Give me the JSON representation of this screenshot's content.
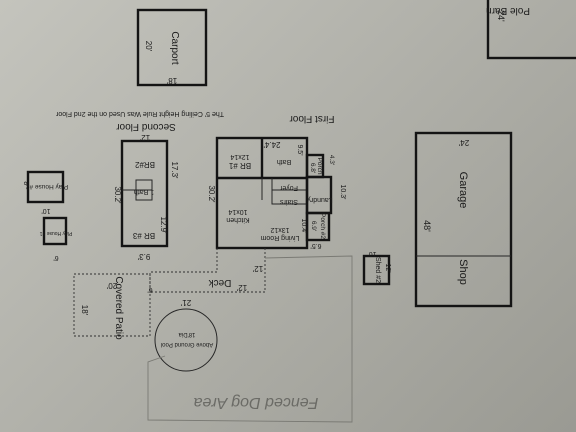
{
  "labels": {
    "pole_barn": "Pole Barn",
    "pole_barn_dim": "24'",
    "carport": "Carport",
    "carport_w": "20'",
    "carport_h": "18'",
    "ceiling_note": "The 5' Ceiling Height Rule Was Used on the 2nd Floor",
    "first_floor": "First Floor",
    "second_floor": "Second Floor",
    "second_floor_w": "12'",
    "br2": "BR#2",
    "br3": "BR #3",
    "bath1": "1 Bath",
    "sf_17_3": "17.3'",
    "sf_30_2": "30.2'",
    "sf_12_9": "12.9'",
    "sf_9_3": "9.3'",
    "play2": "Play House #2",
    "play2_dim_a": "8'",
    "play2_dim_b": "10'",
    "play1": "Play House #1",
    "play1_dim": "6'",
    "ff_width": "24.4'",
    "ff_depth": "30.2'",
    "br1": "BR #1",
    "br1_size": "12x14",
    "bath": "Bath",
    "d_9_5": "9.5'",
    "porch1": "Porch",
    "porch1_a": "4.3'",
    "porch1_b": "6.8'",
    "foyer": "Foyer",
    "stairs": "Stairs",
    "laundry": "Laundry",
    "kitchen": "Kitchen",
    "kitchen_size": "10x14",
    "living": "Living Room",
    "living_size": "13x12",
    "d_10_4": "10.4'",
    "d_10_3": "10.3'",
    "porch2": "Porch #2",
    "porch2_a": "6.5'",
    "porch2_b": "6.9'",
    "deck": "Deck",
    "deck_12a": "12'",
    "deck_12b": "12'",
    "deck_21": "21'",
    "d_6": "6'",
    "covered_patio": "Covered Patio",
    "patio_20": "20'",
    "patio_18": "18'",
    "pool": "Above Ground Pool",
    "pool_size": "18'Dia",
    "dog_area": "Fenced Dog Area",
    "garage": "Garage",
    "garage_w": "24'",
    "garage_48": "48'",
    "shop": "Shop",
    "shed2": "Shed #2",
    "shed_12": "12'",
    "shed_10": "10'"
  }
}
